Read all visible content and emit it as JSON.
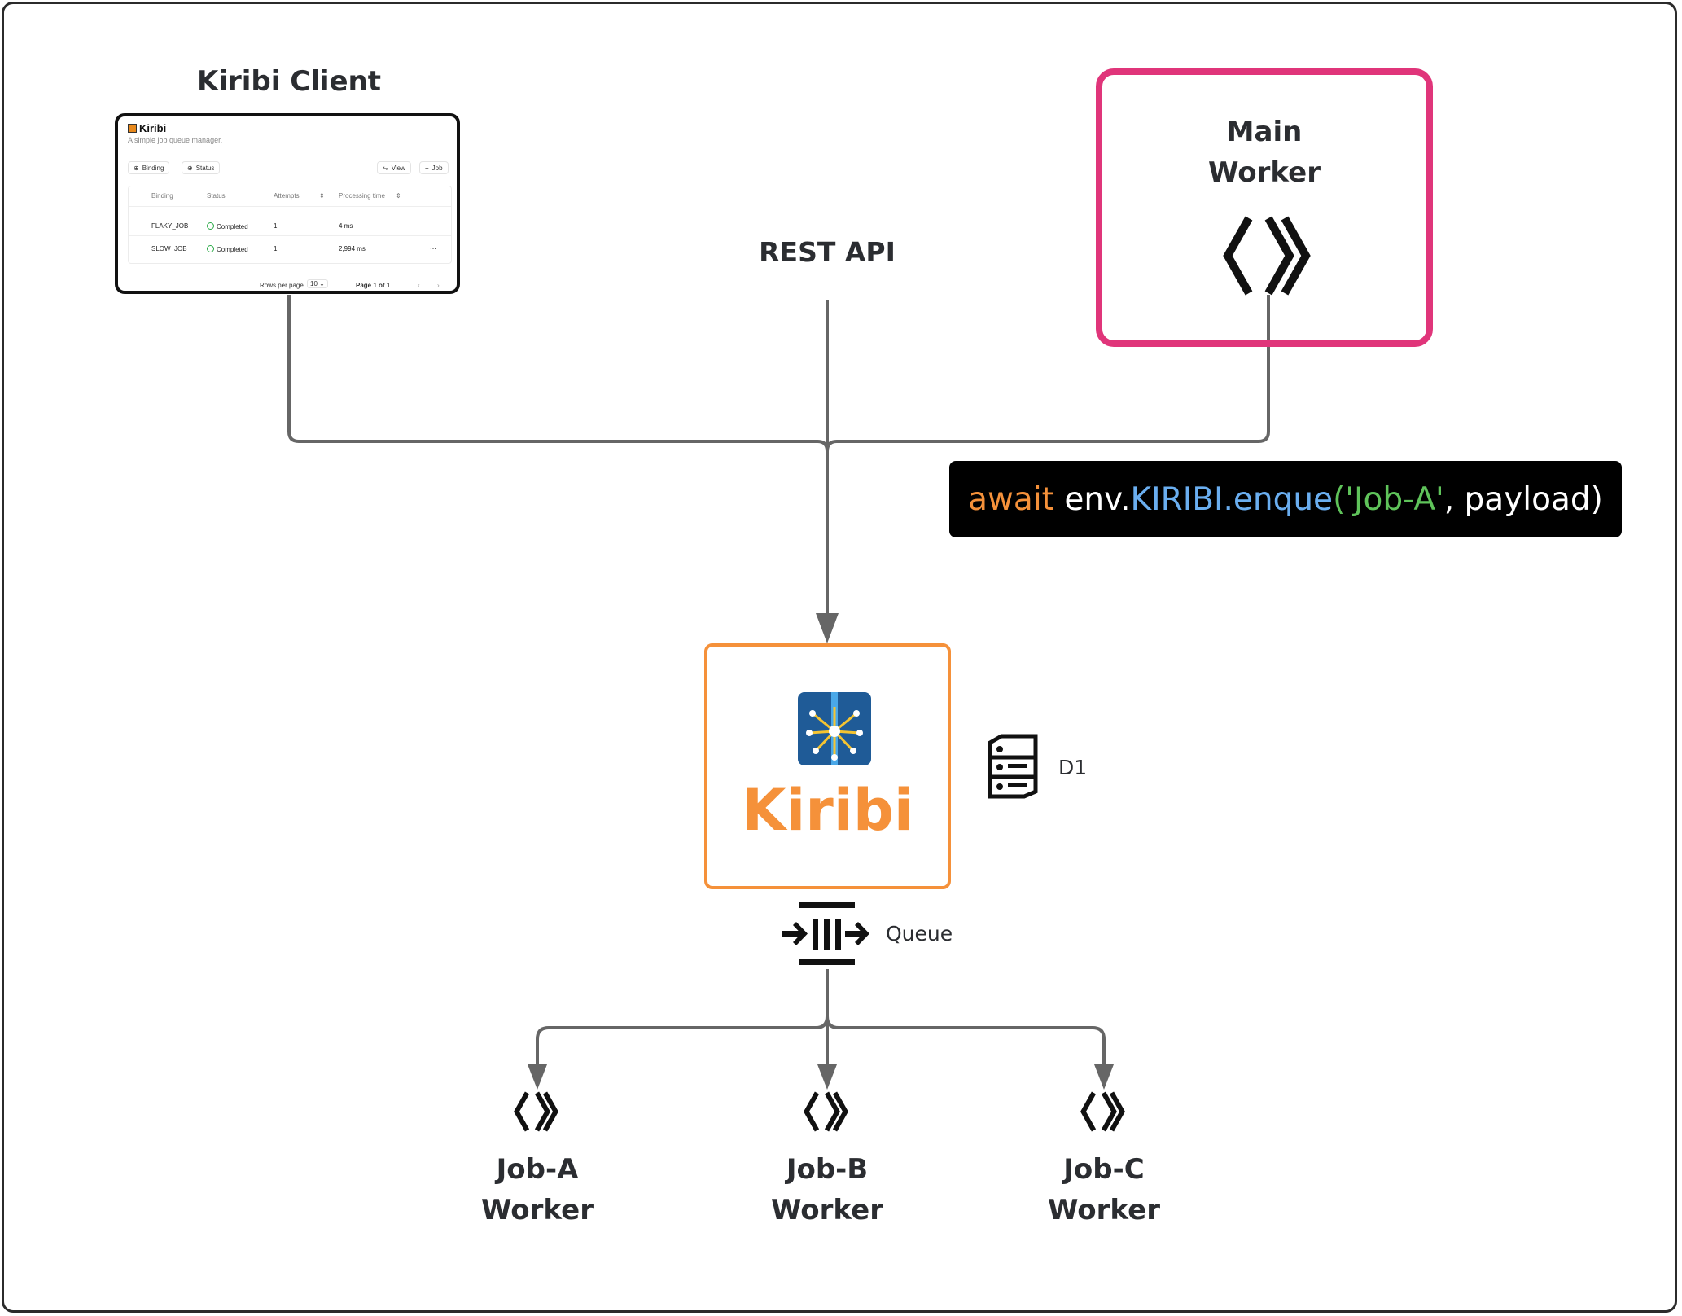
{
  "client": {
    "title": "Kiribi Client",
    "app_name": "Kiribi",
    "app_subtitle": "A simple job queue manager.",
    "filter_binding": "Binding",
    "filter_status": "Status",
    "view_button": "View",
    "job_button": "Job",
    "columns": [
      "Binding",
      "Status",
      "Attempts",
      "Processing time"
    ],
    "rows": [
      {
        "binding": "FLAKY_JOB",
        "status": "Completed",
        "attempts": "1",
        "time": "4 ms",
        "menu": "⋯"
      },
      {
        "binding": "SLOW_JOB",
        "status": "Completed",
        "attempts": "1",
        "time": "2,994 ms",
        "menu": "⋯"
      }
    ],
    "rows_per_page_label": "Rows per page",
    "rows_per_page_value": "10",
    "page_label": "Page 1 of 1"
  },
  "rest_api_label": "REST API",
  "main_worker": {
    "line1": "Main",
    "line2": "Worker",
    "icon": "cloudflare-workers-icon"
  },
  "code": {
    "keyword": "await",
    "obj": " env.",
    "binding": "KIRIBI",
    "dot": ".",
    "method": "enque",
    "paren_open": "(",
    "arg": "'Job-A'",
    "rest": ", payload)"
  },
  "kiribi": {
    "name": "Kiribi",
    "icon": "kiribi-logo-icon"
  },
  "d1_label": "D1",
  "queue_label": "Queue",
  "workers": [
    {
      "line1": "Job-A",
      "line2": "Worker"
    },
    {
      "line1": "Job-B",
      "line2": "Worker"
    },
    {
      "line1": "Job-C",
      "line2": "Worker"
    }
  ],
  "colors": {
    "main_worker_border": "#e0357a",
    "kiribi_orange": "#f5913a",
    "code_keyword": "#f5913a",
    "code_binding": "#6aaef0",
    "code_string": "#5fc35a",
    "connector": "#666666"
  }
}
